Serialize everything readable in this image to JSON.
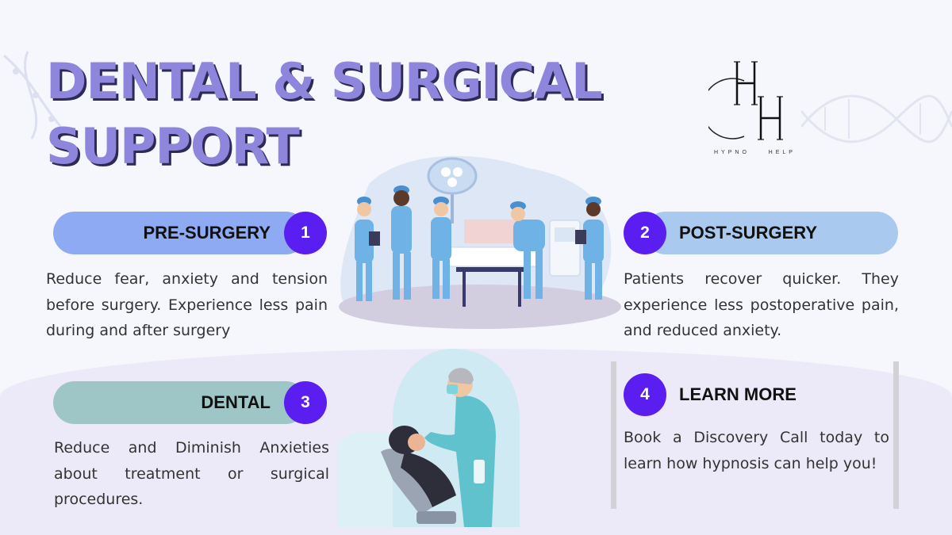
{
  "title": {
    "line1": "DENTAL & SURGICAL",
    "line2": "SUPPORT"
  },
  "logo": {
    "letters": "H H",
    "subtitle": "HYPNO    HELP"
  },
  "sections": [
    {
      "number": "1",
      "label": "PRE-SURGERY",
      "text": "Reduce fear, anxiety and tension before surgery. Experience less pain during and after surgery"
    },
    {
      "number": "2",
      "label": "POST-SURGERY",
      "text": "Patients recover quicker. They experience less postoperative pain, and reduced anxiety."
    },
    {
      "number": "3",
      "label": "DENTAL",
      "text": "Reduce and Diminish Anxieties about treatment or surgical procedures."
    },
    {
      "number": "4",
      "label": "LEARN MORE",
      "text": "Book a Discovery Call today to learn how hypnosis can help you!"
    }
  ],
  "icons": [
    "surgery-team-illustration",
    "dentist-illustration",
    "dna-helix-icon",
    "hh-logo-icon"
  ],
  "colors": {
    "accent_purple": "#5b1ef0",
    "title_fill": "#8d86dc",
    "title_shadow": "#2e2a55",
    "pill_blue": "#8eaaf2",
    "pill_light_blue": "#a9c9ef",
    "pill_teal": "#9fc6c6"
  }
}
